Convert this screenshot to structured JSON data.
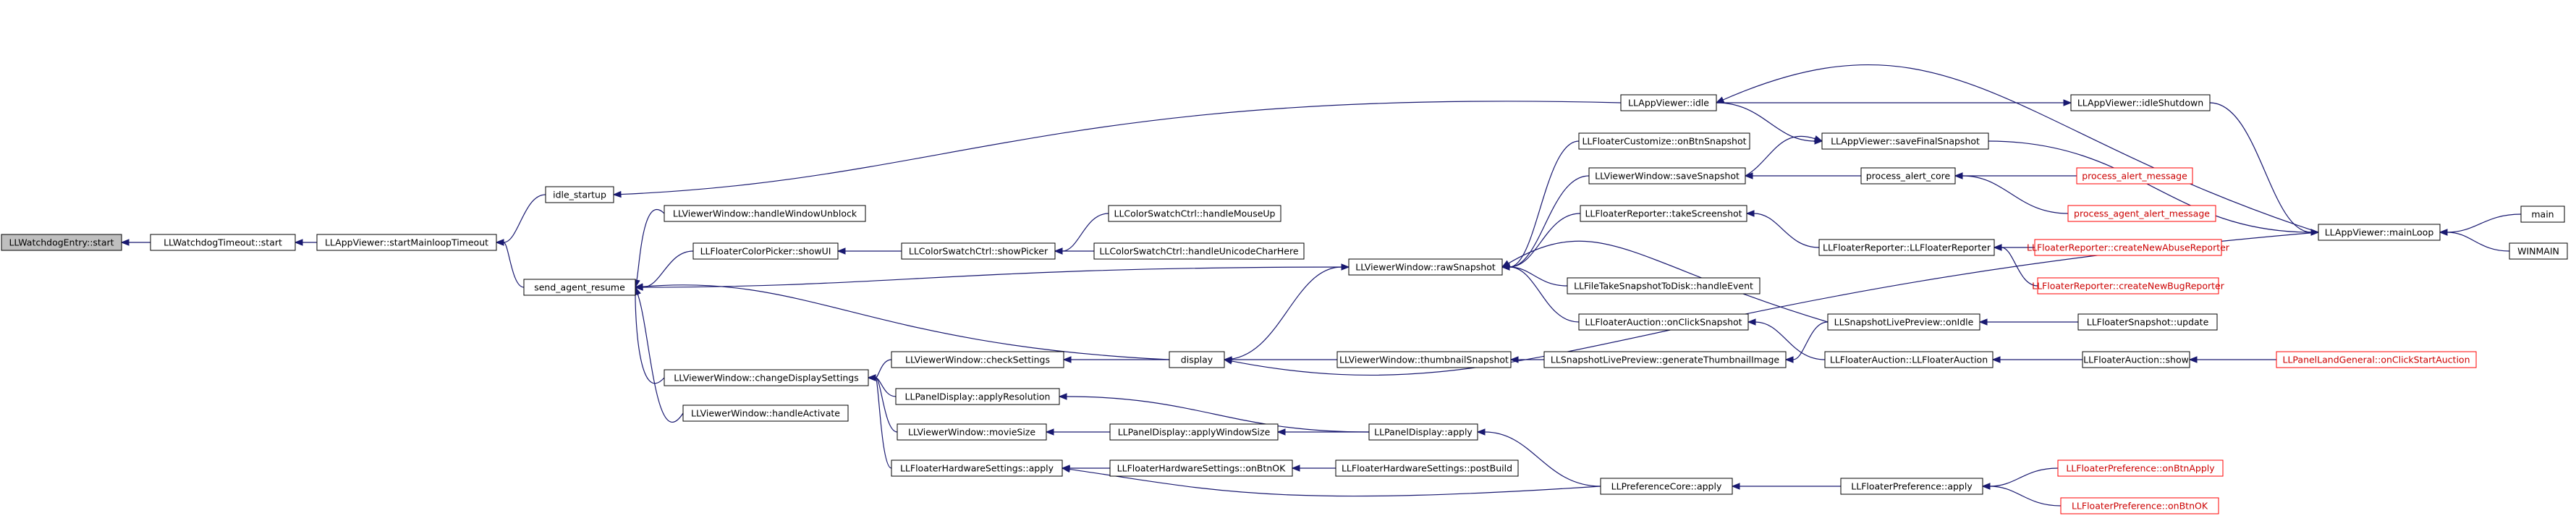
{
  "colors": {
    "edge": "#191970",
    "start_node_fill": "#bfbfbf",
    "node_border": "#000000",
    "truncated_border": "#ff0000"
  },
  "nodes": [
    {
      "id": "n0",
      "label": "LLWatchdogEntry::start",
      "style": "start"
    },
    {
      "id": "n1",
      "label": "LLWatchdogTimeout::start",
      "style": "normal"
    },
    {
      "id": "n2",
      "label": "LLAppViewer::startMainloopTimeout",
      "style": "normal"
    },
    {
      "id": "n3",
      "label": "idle_startup",
      "style": "normal"
    },
    {
      "id": "n4",
      "label": "send_agent_resume",
      "style": "normal"
    },
    {
      "id": "n5",
      "label": "LLAppViewer::idle",
      "style": "normal"
    },
    {
      "id": "n6",
      "label": "LLAppViewer::idleShutdown",
      "style": "normal"
    },
    {
      "id": "n7",
      "label": "LLAppViewer::saveFinalSnapshot",
      "style": "normal"
    },
    {
      "id": "n8",
      "label": "LLAppViewer::mainLoop",
      "style": "normal"
    },
    {
      "id": "n9",
      "label": "main",
      "style": "normal"
    },
    {
      "id": "n10",
      "label": "WINMAIN",
      "style": "normal"
    },
    {
      "id": "n11",
      "label": "LLViewerWindow::handleWindowUnblock",
      "style": "normal"
    },
    {
      "id": "n12",
      "label": "LLFloaterColorPicker::showUI",
      "style": "normal"
    },
    {
      "id": "n13",
      "label": "LLColorSwatchCtrl::showPicker",
      "style": "normal"
    },
    {
      "id": "n14",
      "label": "LLColorSwatchCtrl::handleMouseUp",
      "style": "normal"
    },
    {
      "id": "n15",
      "label": "LLColorSwatchCtrl::handleUnicodeCharHere",
      "style": "normal"
    },
    {
      "id": "n16",
      "label": "LLViewerWindow::rawSnapshot",
      "style": "normal"
    },
    {
      "id": "n17",
      "label": "LLFloaterCustomize::onBtnSnapshot",
      "style": "normal"
    },
    {
      "id": "n18",
      "label": "LLViewerWindow::saveSnapshot",
      "style": "normal"
    },
    {
      "id": "n19",
      "label": "process_alert_core",
      "style": "normal"
    },
    {
      "id": "n20",
      "label": "process_alert_message",
      "style": "truncated"
    },
    {
      "id": "n21",
      "label": "process_agent_alert_message",
      "style": "truncated"
    },
    {
      "id": "n22",
      "label": "LLFloaterReporter::takeScreenshot",
      "style": "normal"
    },
    {
      "id": "n23",
      "label": "LLFloaterReporter::LLFloaterReporter",
      "style": "normal"
    },
    {
      "id": "n24",
      "label": "LLFloaterReporter::createNewAbuseReporter",
      "style": "truncated"
    },
    {
      "id": "n25",
      "label": "LLFloaterReporter::createNewBugReporter",
      "style": "truncated"
    },
    {
      "id": "n26",
      "label": "LLFileTakeSnapshotToDisk::handleEvent",
      "style": "normal"
    },
    {
      "id": "n27",
      "label": "LLFloaterAuction::onClickSnapshot",
      "style": "normal"
    },
    {
      "id": "n28",
      "label": "LLSnapshotLivePreview::onIdle",
      "style": "normal"
    },
    {
      "id": "n29",
      "label": "LLFloaterSnapshot::update",
      "style": "normal"
    },
    {
      "id": "n30",
      "label": "display",
      "style": "normal"
    },
    {
      "id": "n31",
      "label": "LLViewerWindow::thumbnailSnapshot",
      "style": "normal"
    },
    {
      "id": "n32",
      "label": "LLSnapshotLivePreview::generateThumbnailImage",
      "style": "normal"
    },
    {
      "id": "n33",
      "label": "LLFloaterAuction::LLFloaterAuction",
      "style": "normal"
    },
    {
      "id": "n34",
      "label": "LLFloaterAuction::show",
      "style": "normal"
    },
    {
      "id": "n35",
      "label": "LLPanelLandGeneral::onClickStartAuction",
      "style": "truncated"
    },
    {
      "id": "n36",
      "label": "LLViewerWindow::changeDisplaySettings",
      "style": "normal"
    },
    {
      "id": "n37",
      "label": "LLViewerWindow::handleActivate",
      "style": "normal"
    },
    {
      "id": "n38",
      "label": "LLViewerWindow::checkSettings",
      "style": "normal"
    },
    {
      "id": "n39",
      "label": "LLPanelDisplay::applyResolution",
      "style": "normal"
    },
    {
      "id": "n40",
      "label": "LLPanelDisplay::apply",
      "style": "normal"
    },
    {
      "id": "n41",
      "label": "LLViewerWindow::movieSize",
      "style": "normal"
    },
    {
      "id": "n42",
      "label": "LLPanelDisplay::applyWindowSize",
      "style": "normal"
    },
    {
      "id": "n43",
      "label": "LLFloaterHardwareSettings::apply",
      "style": "normal"
    },
    {
      "id": "n44",
      "label": "LLFloaterHardwareSettings::onBtnOK",
      "style": "normal"
    },
    {
      "id": "n45",
      "label": "LLFloaterHardwareSettings::postBuild",
      "style": "normal"
    },
    {
      "id": "n46",
      "label": "LLPreferenceCore::apply",
      "style": "normal"
    },
    {
      "id": "n47",
      "label": "LLFloaterPreference::apply",
      "style": "normal"
    },
    {
      "id": "n48",
      "label": "LLFloaterPreference::onBtnApply",
      "style": "truncated"
    },
    {
      "id": "n49",
      "label": "LLFloaterPreference::onBtnOK",
      "style": "truncated"
    }
  ],
  "edges": [
    {
      "from": "n1",
      "to": "n0"
    },
    {
      "from": "n2",
      "to": "n1"
    },
    {
      "from": "n3",
      "to": "n2"
    },
    {
      "from": "n4",
      "to": "n2"
    },
    {
      "from": "n5",
      "to": "n3"
    },
    {
      "from": "n5",
      "to": "n6"
    },
    {
      "from": "n5",
      "to": "n7"
    },
    {
      "from": "n6",
      "to": "n8"
    },
    {
      "from": "n7",
      "to": "n8"
    },
    {
      "from": "n8",
      "to": "n5"
    },
    {
      "from": "n9",
      "to": "n8"
    },
    {
      "from": "n10",
      "to": "n8"
    },
    {
      "from": "n11",
      "to": "n4"
    },
    {
      "from": "n12",
      "to": "n4"
    },
    {
      "from": "n13",
      "to": "n12"
    },
    {
      "from": "n14",
      "to": "n13"
    },
    {
      "from": "n15",
      "to": "n13"
    },
    {
      "from": "n16",
      "to": "n4"
    },
    {
      "from": "n17",
      "to": "n16"
    },
    {
      "from": "n18",
      "to": "n16"
    },
    {
      "from": "n18",
      "to": "n7"
    },
    {
      "from": "n19",
      "to": "n18"
    },
    {
      "from": "n20",
      "to": "n19"
    },
    {
      "from": "n21",
      "to": "n19"
    },
    {
      "from": "n22",
      "to": "n16"
    },
    {
      "from": "n23",
      "to": "n22"
    },
    {
      "from": "n24",
      "to": "n23"
    },
    {
      "from": "n25",
      "to": "n23"
    },
    {
      "from": "n26",
      "to": "n16"
    },
    {
      "from": "n27",
      "to": "n16"
    },
    {
      "from": "n28",
      "to": "n16"
    },
    {
      "from": "n29",
      "to": "n28"
    },
    {
      "from": "n30",
      "to": "n16"
    },
    {
      "from": "n30",
      "to": "n4"
    },
    {
      "from": "n8",
      "to": "n30"
    },
    {
      "from": "n31",
      "to": "n30"
    },
    {
      "from": "n32",
      "to": "n31"
    },
    {
      "from": "n33",
      "to": "n27"
    },
    {
      "from": "n34",
      "to": "n33"
    },
    {
      "from": "n35",
      "to": "n34"
    },
    {
      "from": "n28",
      "to": "n32"
    },
    {
      "from": "n36",
      "to": "n4"
    },
    {
      "from": "n37",
      "to": "n4"
    },
    {
      "from": "n38",
      "to": "n36"
    },
    {
      "from": "n30",
      "to": "n38"
    },
    {
      "from": "n39",
      "to": "n36"
    },
    {
      "from": "n40",
      "to": "n39"
    },
    {
      "from": "n41",
      "to": "n36"
    },
    {
      "from": "n42",
      "to": "n41"
    },
    {
      "from": "n40",
      "to": "n42"
    },
    {
      "from": "n43",
      "to": "n36"
    },
    {
      "from": "n44",
      "to": "n43"
    },
    {
      "from": "n45",
      "to": "n44"
    },
    {
      "from": "n46",
      "to": "n40"
    },
    {
      "from": "n46",
      "to": "n43"
    },
    {
      "from": "n47",
      "to": "n46"
    },
    {
      "from": "n48",
      "to": "n47"
    },
    {
      "from": "n49",
      "to": "n47"
    }
  ]
}
